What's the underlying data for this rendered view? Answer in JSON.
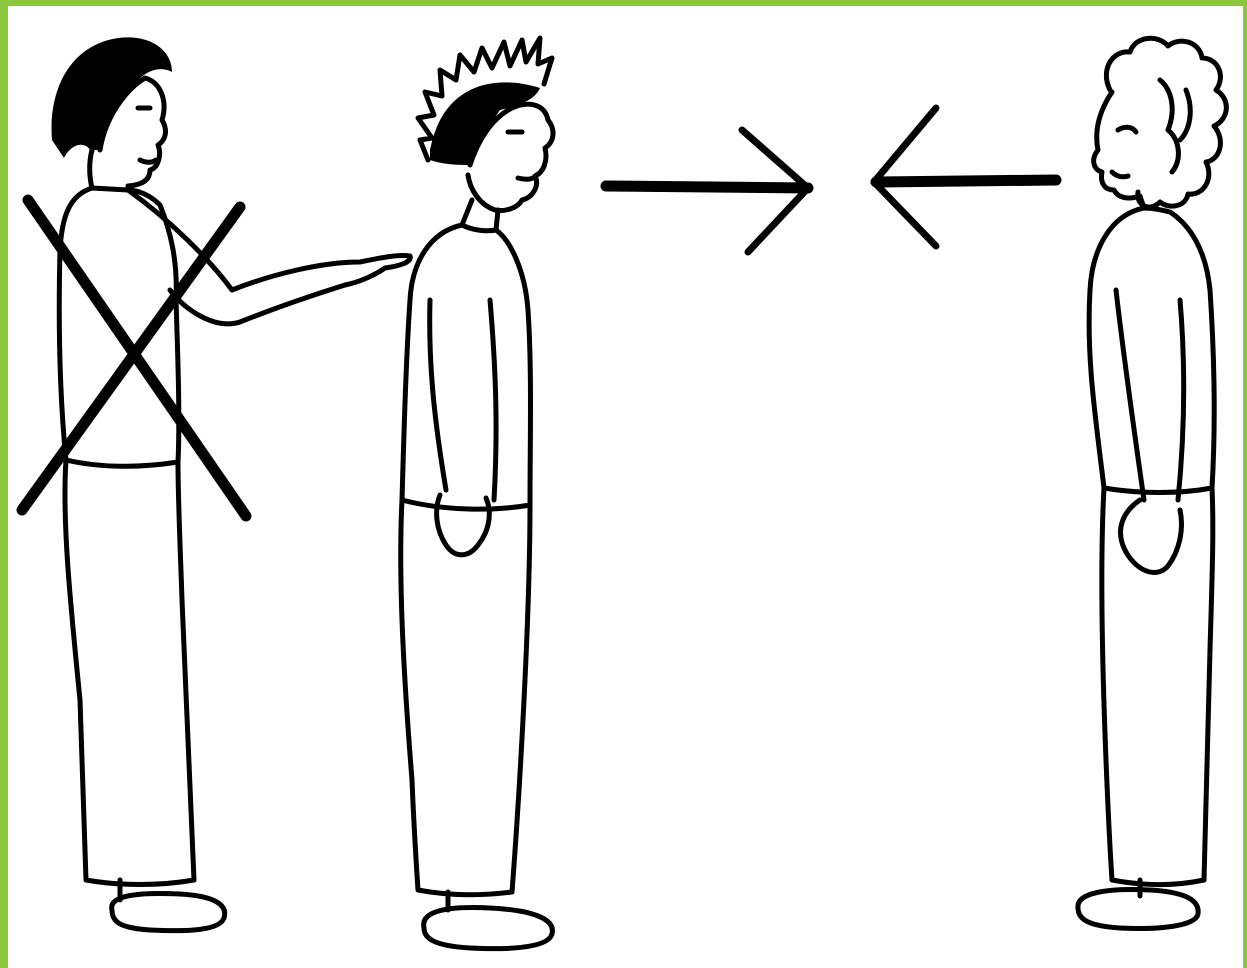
{
  "scene": {
    "frame_color": "#8cc63f",
    "background_color": "#ffffff",
    "ink_color": "#000000",
    "figures": [
      {
        "role": "pointing-person",
        "hair": "dark-short",
        "crossed_out": true
      },
      {
        "role": "middle-person",
        "hair": "spiky"
      },
      {
        "role": "right-person",
        "hair": "curly"
      }
    ],
    "arrows": [
      {
        "direction": "right",
        "icon": "arrow-right-icon"
      },
      {
        "direction": "left",
        "icon": "arrow-left-icon"
      }
    ]
  }
}
